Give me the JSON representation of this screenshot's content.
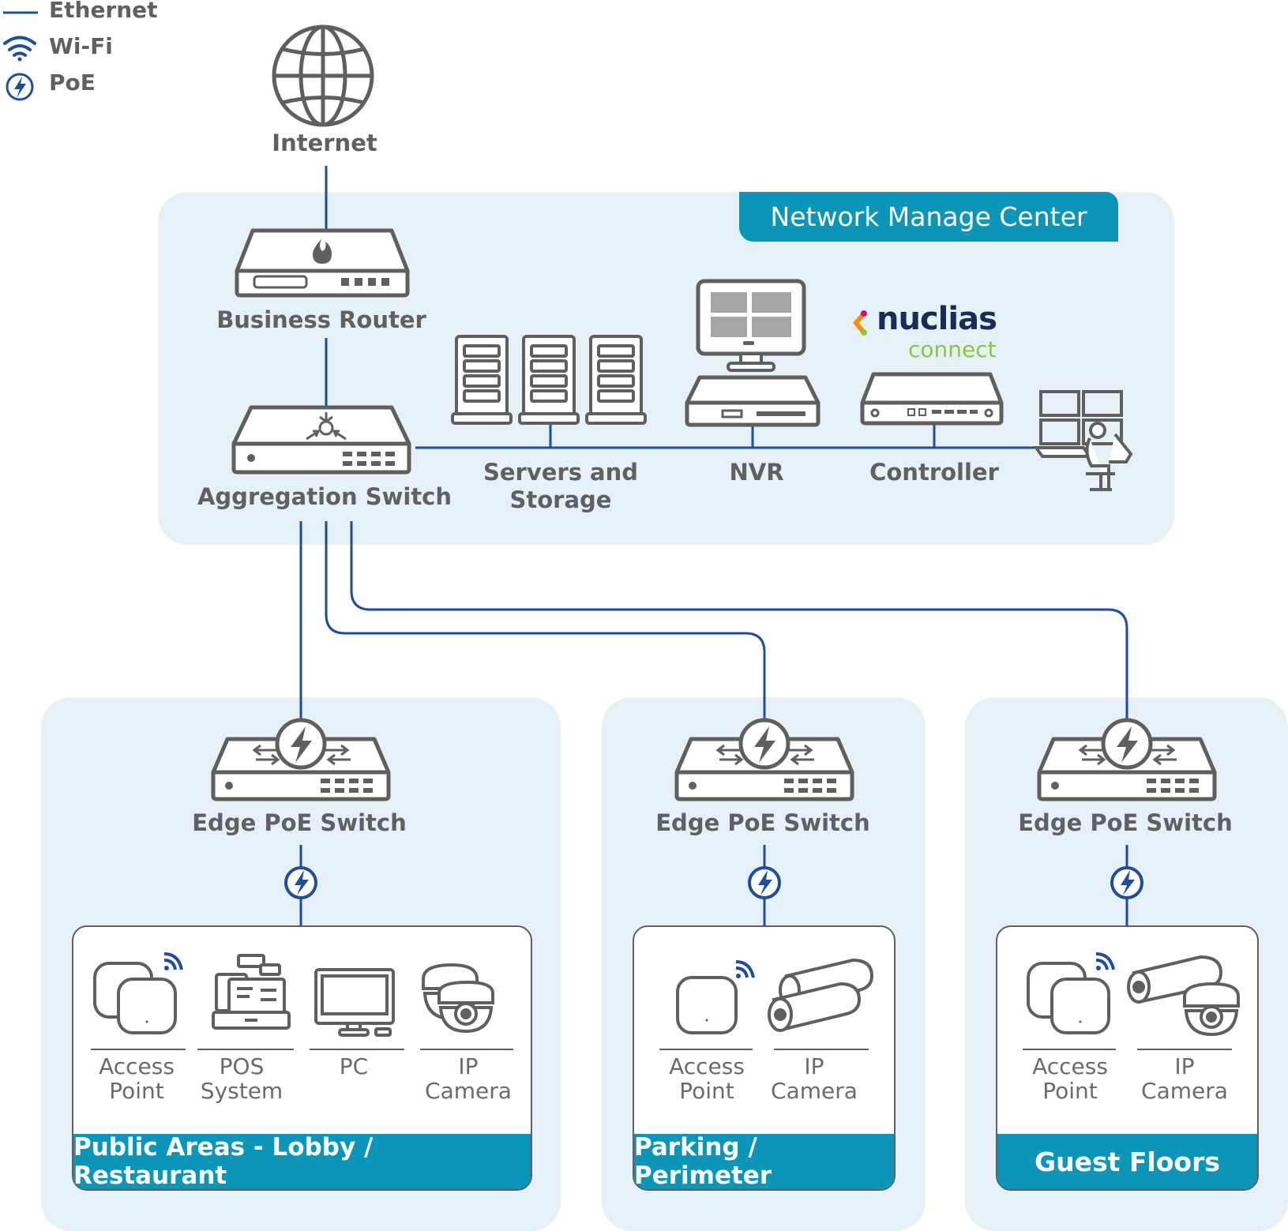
{
  "legend": {
    "ethernet_label": "Ethernet",
    "wifi_label": "Wi-Fi",
    "poe_label": "PoE"
  },
  "top": {
    "internet_label": "Internet"
  },
  "nmc": {
    "title": "Network Manage Center",
    "router_label": "Business Router",
    "aggregation_label": "Aggregation Switch",
    "servers_label_1": "Servers and",
    "servers_label_2": "Storage",
    "nvr_label": "NVR",
    "controller_label": "Controller",
    "nuclias_word": "nuclias",
    "connect_word": "connect"
  },
  "zones": [
    {
      "switch_label": "Edge PoE Switch",
      "title": "Public Areas - Lobby / Restaurant",
      "devices": [
        {
          "line1": "Access",
          "line2": "Point"
        },
        {
          "line1": "POS",
          "line2": "System"
        },
        {
          "line1": "PC",
          "line2": ""
        },
        {
          "line1": "IP",
          "line2": "Camera"
        }
      ]
    },
    {
      "switch_label": "Edge PoE Switch",
      "title": "Parking / Perimeter",
      "devices": [
        {
          "line1": "Access",
          "line2": "Point"
        },
        {
          "line1": "IP",
          "line2": "Camera"
        }
      ]
    },
    {
      "switch_label": "Edge PoE Switch",
      "title": "Guest Floors",
      "devices": [
        {
          "line1": "Access",
          "line2": "Point"
        },
        {
          "line1": "IP",
          "line2": "Camera"
        }
      ]
    }
  ],
  "colors": {
    "ethernet_line": "#1d4d9b",
    "zone_background": "#e5f1f6",
    "banner": "#0b96b9",
    "device_stroke": "#5f5f5f",
    "nuclias_text": "#1c2a5a",
    "connect_text": "#8cc63f"
  }
}
